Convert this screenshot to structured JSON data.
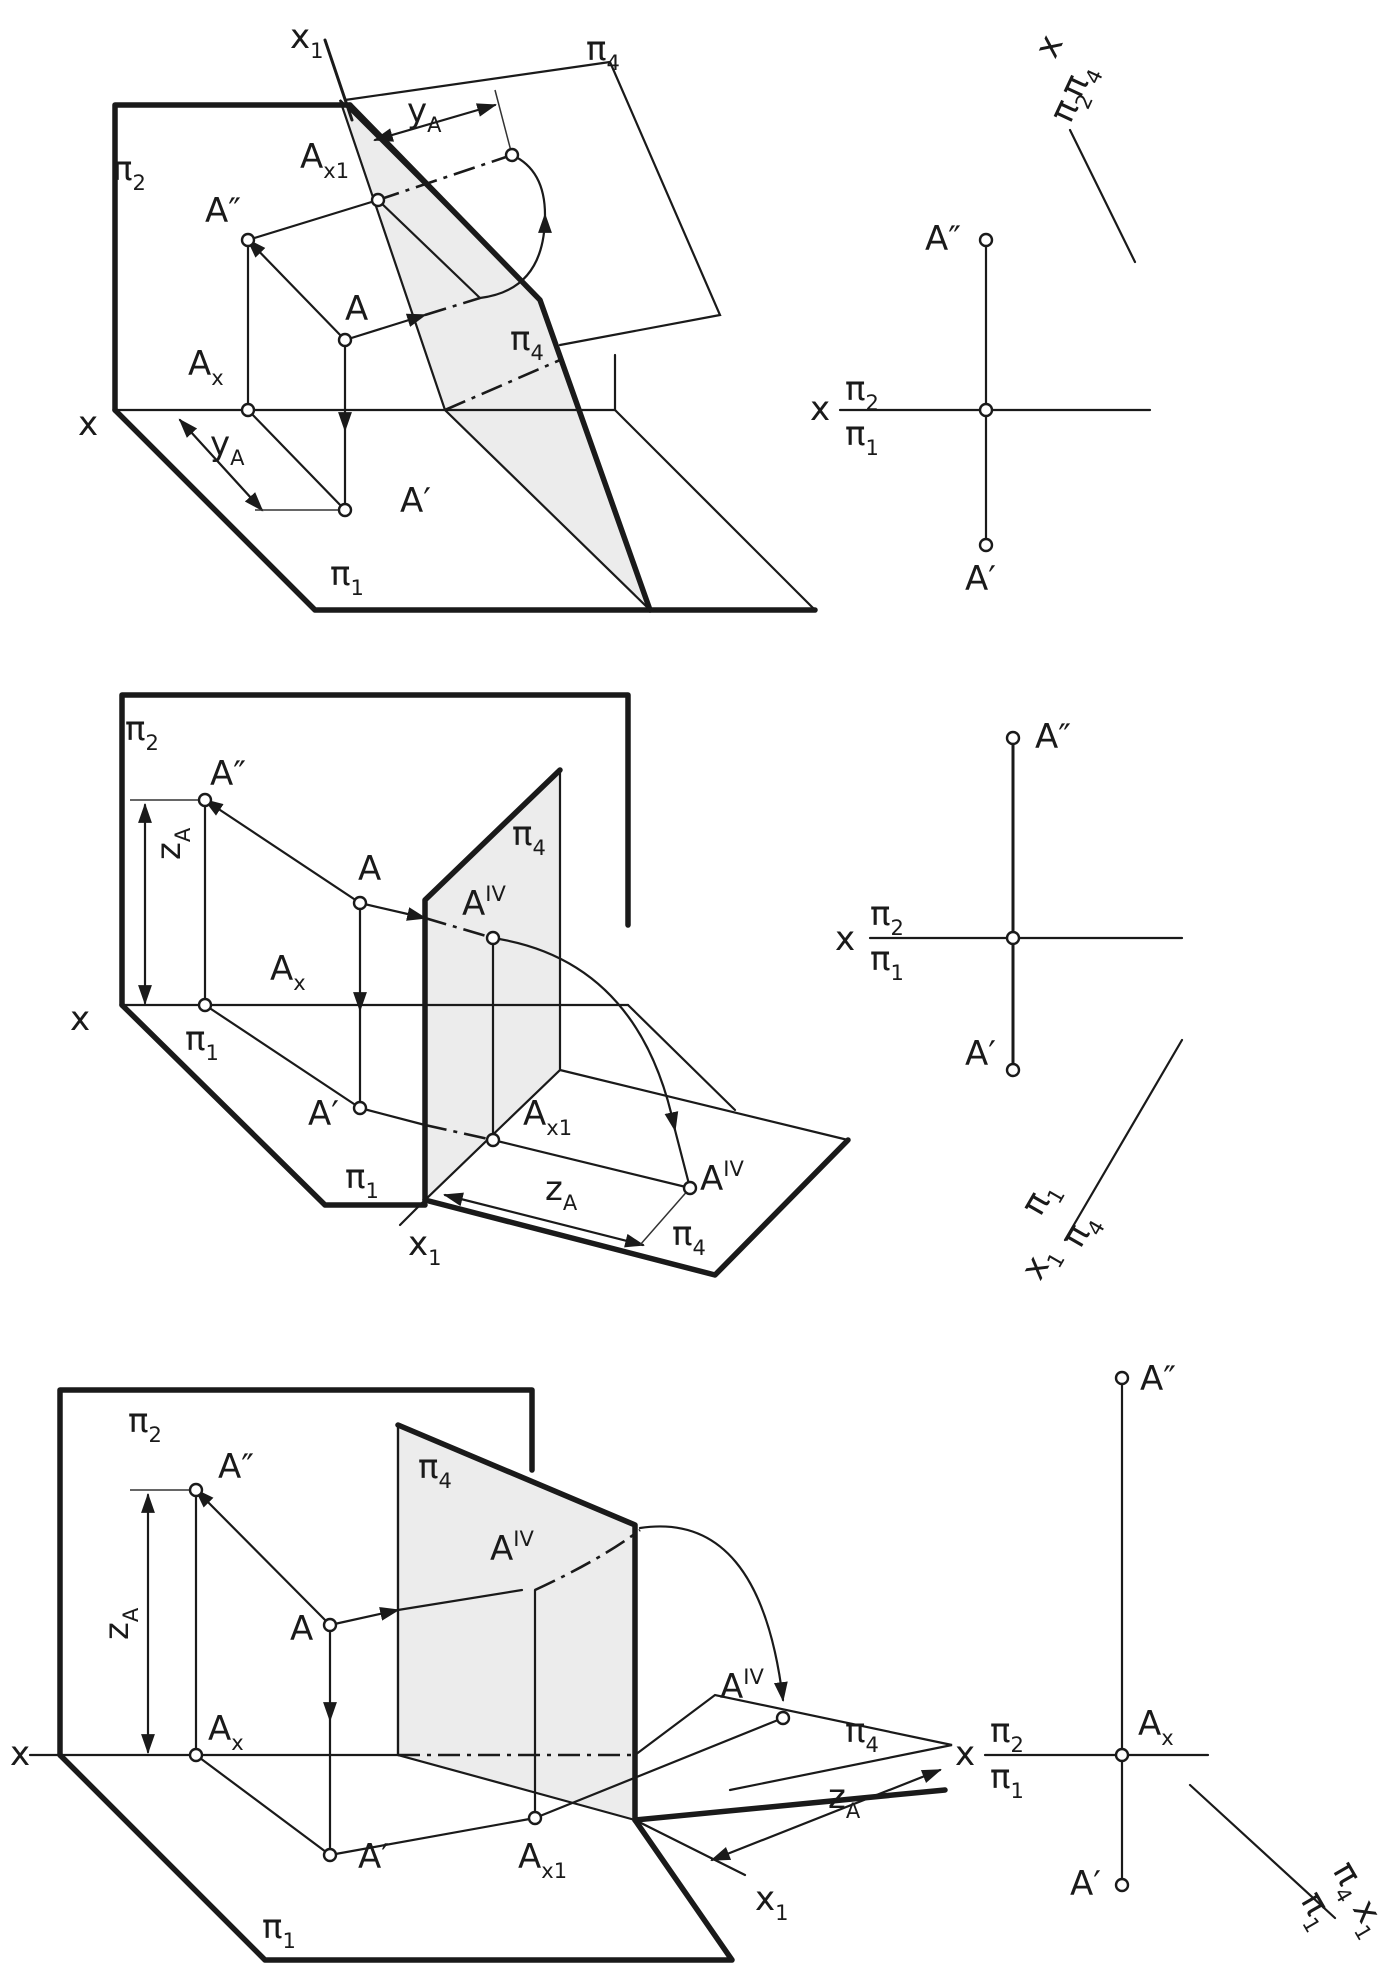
{
  "colors": {
    "ink": "#1a1a1a",
    "plane_shade": "#ececec",
    "background": "#ffffff"
  },
  "labels": {
    "pi": "π",
    "pi2_sub": "2",
    "pi1_sub": "1",
    "pi4_sub": "4",
    "A": "A",
    "A_double": "A″",
    "A_single": "A′",
    "IV": "IV",
    "x_sub": "x",
    "x1_sub": "x1",
    "x": "x",
    "x1_main": "x",
    "one": "1",
    "y": "y",
    "z": "z",
    "sub_A": "A"
  }
}
